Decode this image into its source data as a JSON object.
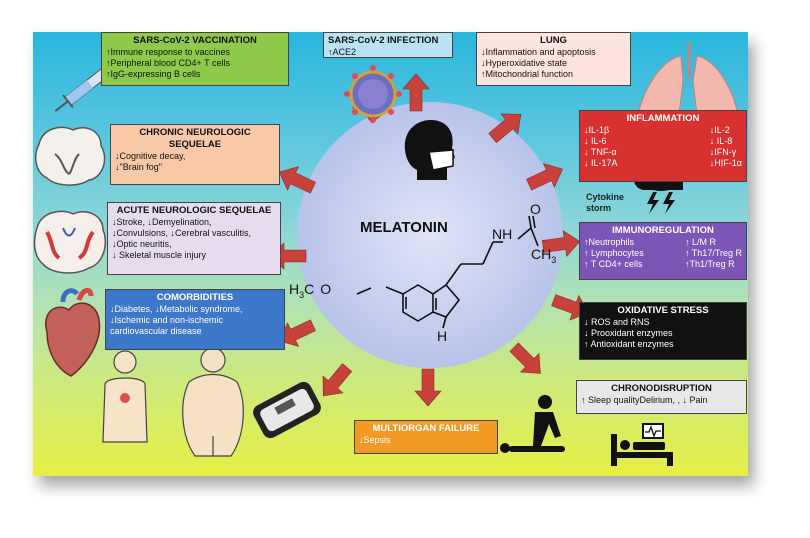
{
  "center": {
    "title": "MELATONIN",
    "nh": "NH",
    "o": "O",
    "ch3": "CH",
    "ch3_sub": "3",
    "h3c": "H",
    "h3c_sub": "3",
    "h3c_c": "C",
    "h3c_o": "O",
    "h": "H"
  },
  "cytokine": {
    "line1": "Cytokine",
    "line2": "storm"
  },
  "boxes": {
    "vaccination": {
      "title": "SARS-CoV-2 VACCINATION",
      "lines": [
        "↑Immune response to vaccines",
        "↑Peripheral blood CD4+ T cells",
        "↑IgG-expressing B cells"
      ]
    },
    "infection": {
      "title": "SARS-CoV-2 INFECTION",
      "lines": [
        "↑ACE2"
      ]
    },
    "lung": {
      "title": "LUNG",
      "lines": [
        "↓Inflammation and apoptosis",
        "↓Hyperoxidative state",
        "↑Mitochondrial function"
      ]
    },
    "chronic": {
      "title": "CHRONIC NEUROLOGIC SEQUELAE",
      "lines": [
        "↓Cognitive decay,",
        "↓\"Brain fog\""
      ]
    },
    "acute": {
      "title": "ACUTE NEUROLOGIC SEQUELAE",
      "lines": [
        "↓Stroke, ↓Demyelination,",
        "↓Convulsions, ↓Cerebral vasculitis,",
        "↓Optic neuritis,",
        "↓ Skeletal muscle injury"
      ]
    },
    "comorbidities": {
      "title": "COMORBIDITIES",
      "lines": [
        "↓Diabetes, ↓Metabolic syndrome,",
        "↓Ischemic and non-ischemic",
        "cardiovascular disease"
      ]
    },
    "inflammation": {
      "title": "INFLAMMATION",
      "left": [
        "↓IL-1β",
        "↓ IL-6",
        "↓ TNF-α",
        "↓ IL-17A"
      ],
      "right": [
        "↓IL-2",
        "↓ IL-8",
        "↓IFN-γ",
        "↓HIF-1α"
      ]
    },
    "immunoregulation": {
      "title": "IMMUNOREGULATION",
      "left": [
        "↑Neutrophils",
        "↑ Lymphocytes",
        "↑ T CD4+ cells"
      ],
      "right": [
        "↑ L/M R",
        "↑ Th17/Treg R",
        "↑Th1/Treg R"
      ]
    },
    "oxidative": {
      "title": "OXIDATIVE STRESS",
      "lines": [
        "↓ ROS  and RNS",
        "↓ Prooxidant enzymes",
        "↑ Antioxidant enzymes"
      ]
    },
    "chrono": {
      "title": "CHRONODISRUPTION",
      "lines": [
        "↑ Sleep qualityDelirium, , ↓ Pain"
      ]
    },
    "multiorgan": {
      "title": "MULTIORGAN FAILURE",
      "lines": [
        "↓Sepsis"
      ]
    }
  },
  "colors": {
    "vaccination": "#8fc94a",
    "infection": "#b9e3f2",
    "lung": "#fde4de",
    "chronic": "#f8c9a6",
    "acute": "#e7dcef",
    "comorbidities": "#3d77c9",
    "inflammation": "#d8312f",
    "immunoregulation": "#7d55b7",
    "oxidative": "#111111",
    "chrono": "#e8e8e8",
    "multiorgan": "#f39a25",
    "arrow": "#c8413b",
    "circle": "#c7d0ee"
  },
  "icons": [
    "syringe-icon",
    "virus-icon",
    "lungs-icon",
    "masked-head-icon",
    "brain-icon",
    "brain-scan-icon",
    "heart-icon",
    "chest-pain-person-icon",
    "obese-person-icon",
    "scale-icon",
    "storm-cloud-icon",
    "cpr-icon",
    "hospital-bed-icon"
  ]
}
